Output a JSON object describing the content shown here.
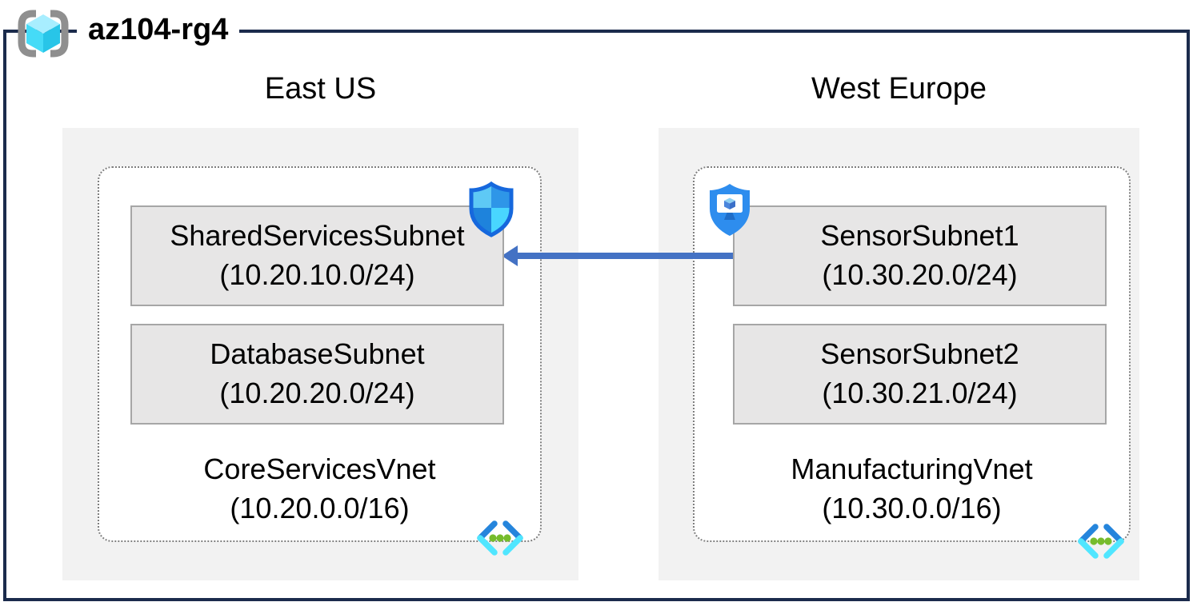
{
  "title": "az104-rg4",
  "regions": [
    {
      "name": "East US",
      "vnet_name": "CoreServicesVnet",
      "vnet_cidr": "(10.20.0.0/16)",
      "subnets": [
        {
          "name": "SharedServicesSubnet",
          "cidr": "(10.20.10.0/24)"
        },
        {
          "name": "DatabaseSubnet",
          "cidr": "(10.20.20.0/24)"
        }
      ],
      "badge_icon": "defender-shield-icon",
      "vnet_icon": "virtual-network-icon"
    },
    {
      "name": "West Europe",
      "vnet_name": "ManufacturingVnet",
      "vnet_cidr": "(10.30.0.0/16)",
      "subnets": [
        {
          "name": "SensorSubnet1",
          "cidr": "(10.30.20.0/24)"
        },
        {
          "name": "SensorSubnet2",
          "cidr": "(10.30.21.0/24)"
        }
      ],
      "badge_icon": "defender-for-iot-icon",
      "vnet_icon": "virtual-network-icon"
    }
  ],
  "connection": {
    "from": "SensorSubnet1",
    "to": "SharedServicesSubnet",
    "direction": "left",
    "color": "#4472c4"
  },
  "colors": {
    "outer_border": "#1b2b4c",
    "region_fill": "#f2f2f2",
    "subnet_fill": "#e7e6e6",
    "subnet_border": "#a6a6a6",
    "vnet_dashed_border": "#7f7f7f",
    "arrow": "#4472c4",
    "cube_cyan": "#50e6ff",
    "shield_blue": "#2e8dee",
    "vnet_dot_green": "#76bc2d"
  }
}
